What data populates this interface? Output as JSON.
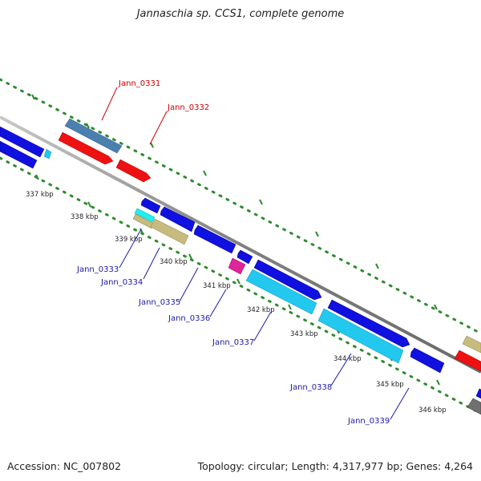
{
  "title": "Jannaschia sp. CCS1, complete genome",
  "accession": "Accession: NC_007802",
  "summary": "Topology: circular; Length: 4,317,977 bp; Genes: 4,264",
  "kbp_labels": [
    "337 kbp",
    "338 kbp",
    "339 kbp",
    "340 kbp",
    "341 kbp",
    "342 kbp",
    "343 kbp",
    "344 kbp",
    "345 kbp",
    "346 kbp"
  ],
  "gene_labels": [
    {
      "text": "Jann_0331",
      "strand": "forward",
      "color": "#cc0000"
    },
    {
      "text": "Jann_0332",
      "strand": "forward",
      "color": "#cc0000"
    },
    {
      "text": "Jann_0333",
      "strand": "reverse",
      "color": "#1a1aaa"
    },
    {
      "text": "Jann_0334",
      "strand": "reverse",
      "color": "#1a1aaa"
    },
    {
      "text": "Jann_0335",
      "strand": "reverse",
      "color": "#1a1aaa"
    },
    {
      "text": "Jann_0336",
      "strand": "reverse",
      "color": "#1a1aaa"
    },
    {
      "text": "Jann_0337",
      "strand": "reverse",
      "color": "#1a1aaa"
    },
    {
      "text": "Jann_0338",
      "strand": "reverse",
      "color": "#1a1aaa"
    },
    {
      "text": "Jann_0339",
      "strand": "reverse",
      "color": "#1a1aaa"
    }
  ],
  "colors": {
    "backbone": "#808080",
    "scale_dots": "#2e8b2e",
    "gene_blue": "#1010e0",
    "gene_red": "#ee1111",
    "gene_steel": "#4a7fb0",
    "gene_cyan": "#22c8ee",
    "gene_khaki": "#c8bb80",
    "gene_magenta": "#e0259a",
    "gene_gray": "#707070"
  }
}
